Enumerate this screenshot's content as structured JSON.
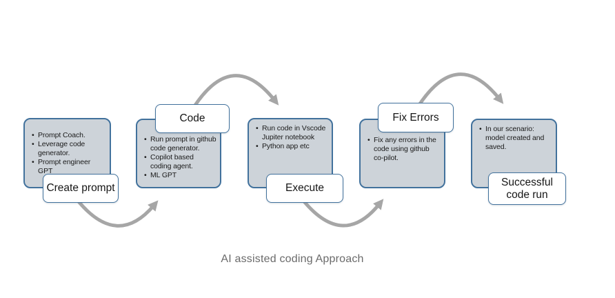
{
  "title": "AI assisted coding Approach",
  "colors": {
    "background": "#ffffff",
    "box_fill": "#cdd3d9",
    "box_border": "#41719c",
    "label_fill": "#ffffff",
    "label_border": "#41719c",
    "arrow": "#a6a6a6",
    "body_text": "#1a1a1a",
    "title_text": "#6a6a6a"
  },
  "stages": [
    {
      "label": "Create prompt",
      "bullets": [
        "Prompt Coach.",
        "Leverage code generator.",
        "Prompt engineer GPT"
      ]
    },
    {
      "label": "Code",
      "bullets": [
        "Run prompt in github code generator.",
        "Copilot based coding agent.",
        "ML GPT"
      ]
    },
    {
      "label": "Execute",
      "bullets": [
        "Run code in Vscode Jupiter notebook",
        "Python app etc"
      ]
    },
    {
      "label": "Fix Errors",
      "bullets": [
        "Fix any errors in the code using github co-pilot."
      ]
    },
    {
      "label": "Successful code run",
      "bullets": [
        "In our scenario: model created and saved."
      ]
    }
  ]
}
